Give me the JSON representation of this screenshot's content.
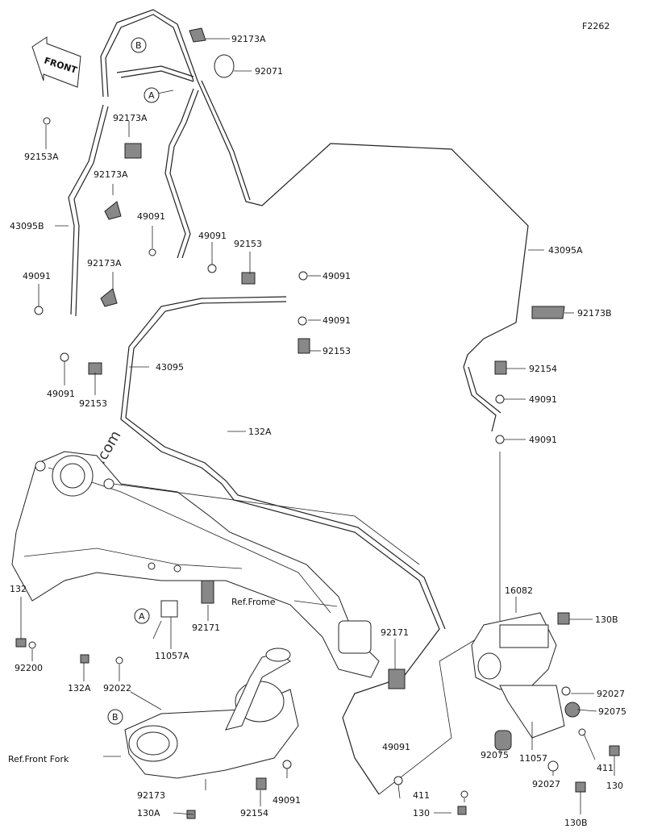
{
  "figure_code": "F2262",
  "front_label": "FRONT",
  "watermark": "© partzilla.com",
  "refs": {
    "frame": "Ref.Frome",
    "fork": "Ref.Front Fork"
  },
  "callouts": {
    "a1": "A",
    "a2": "A",
    "b1": "B",
    "b2": "B"
  },
  "labels": [
    "92173A",
    "92071",
    "92153A",
    "92173A",
    "92173A",
    "43095B",
    "92173A",
    "49091",
    "49091",
    "49091",
    "92153",
    "49091",
    "92153",
    "49091",
    "92153",
    "49091",
    "92153",
    "43095A",
    "92173B",
    "92154",
    "49091",
    "49091",
    "43095",
    "132A",
    "132",
    "92200",
    "132A",
    "92022",
    "11057A",
    "92171",
    "92171",
    "16082",
    "130B",
    "92027",
    "92075",
    "411",
    "130",
    "92075",
    "11057",
    "92027",
    "130B",
    "411",
    "130",
    "49091",
    "92154",
    "49091",
    "92173",
    "130A"
  ]
}
